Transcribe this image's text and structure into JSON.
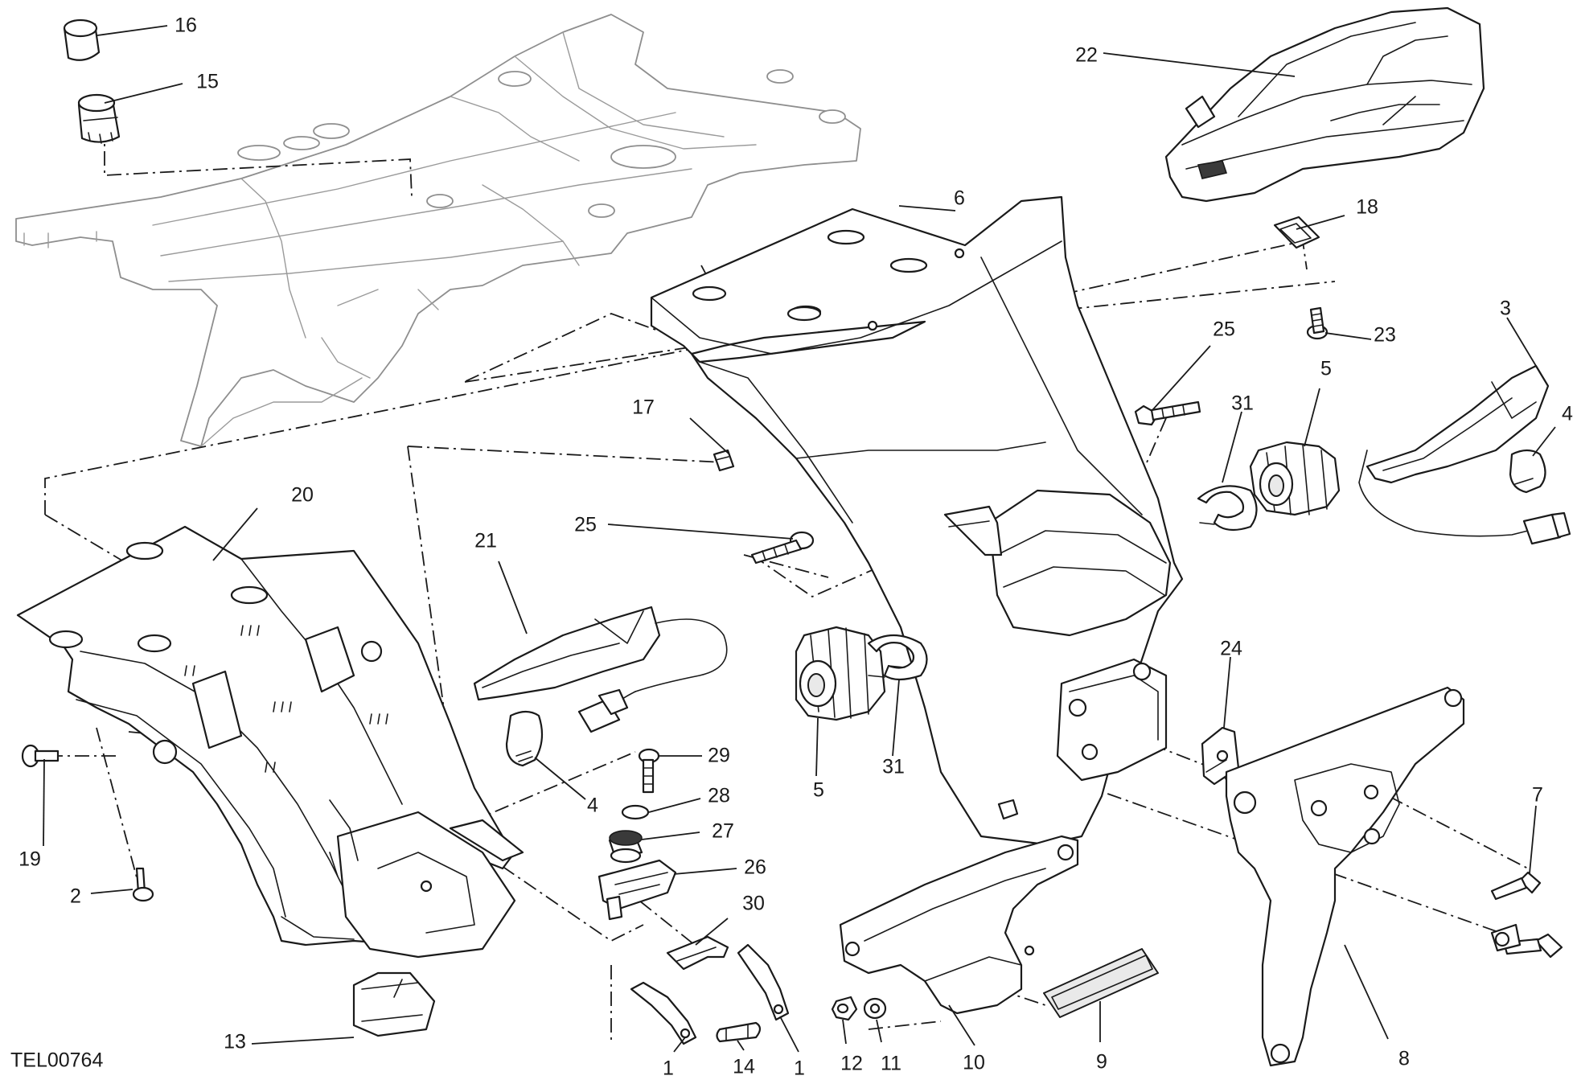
{
  "drawing_code": "TEL00764",
  "callouts": {
    "c1a": "1",
    "c1b": "1",
    "c2": "2",
    "c3": "3",
    "c4a": "4",
    "c4b": "4",
    "c5a": "5",
    "c5b": "5",
    "c6": "6",
    "c7": "7",
    "c8": "8",
    "c9": "9",
    "c10": "10",
    "c11": "11",
    "c12": "12",
    "c13": "13",
    "c14": "14",
    "c15": "15",
    "c16": "16",
    "c17": "17",
    "c18": "18",
    "c19": "19",
    "c20": "20",
    "c21": "21",
    "c22": "22",
    "c23": "23",
    "c24": "24",
    "c25a": "25",
    "c25b": "25",
    "c26": "26",
    "c27": "27",
    "c28": "28",
    "c29": "29",
    "c30": "30",
    "c31a": "31",
    "c31b": "31"
  }
}
